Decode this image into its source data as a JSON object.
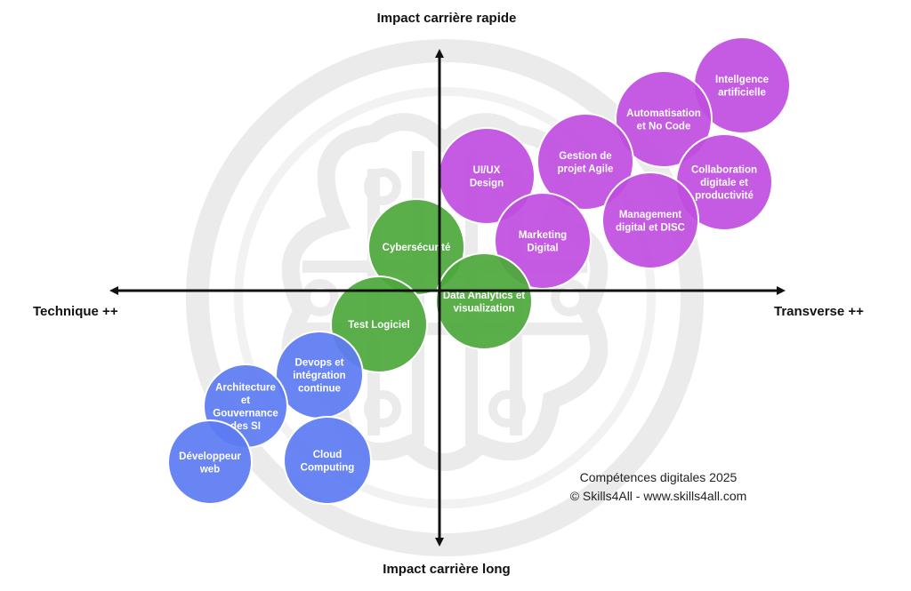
{
  "axes": {
    "top": "Impact carrière rapide",
    "bottom": "Impact carrière long",
    "left": "Technique ++",
    "right": "Transverse ++"
  },
  "credits": {
    "line1": "Compétences digitales 2025",
    "line2": "© Skills4All - www.skills4all.com"
  },
  "colors": {
    "purple": "#c04fe0",
    "green": "#4ea93c",
    "blue": "#5e7cf2",
    "watermark": "#e9e9e9",
    "axis": "#111111"
  },
  "bubbles": [
    {
      "name": "intelligence-artificielle",
      "lines": [
        "Intellgence",
        "artificielle"
      ],
      "group": "purple"
    },
    {
      "name": "automatisation-no-code",
      "lines": [
        "Automatisation",
        "et No Code"
      ],
      "group": "purple"
    },
    {
      "name": "collaboration-digitale",
      "lines": [
        "Collaboration",
        "digitale et",
        "productivité"
      ],
      "group": "purple"
    },
    {
      "name": "gestion-projet-agile",
      "lines": [
        "Gestion de",
        "projet Agile"
      ],
      "group": "purple"
    },
    {
      "name": "management-digital-disc",
      "lines": [
        "Management",
        "digital et DISC"
      ],
      "group": "purple"
    },
    {
      "name": "ui-ux-design",
      "lines": [
        "UI/UX",
        "Design"
      ],
      "group": "purple"
    },
    {
      "name": "marketing-digital",
      "lines": [
        "Marketing",
        "Digital"
      ],
      "group": "purple"
    },
    {
      "name": "cybersecurite",
      "lines": [
        "Cybersécurité"
      ],
      "group": "green"
    },
    {
      "name": "data-analytics",
      "lines": [
        "Data Analytics et",
        "visualization"
      ],
      "group": "green"
    },
    {
      "name": "test-logiciel",
      "lines": [
        "Test Logiciel"
      ],
      "group": "green"
    },
    {
      "name": "devops",
      "lines": [
        "Devops et",
        "intégration",
        "continue"
      ],
      "group": "blue"
    },
    {
      "name": "architecture-si",
      "lines": [
        "Architecture",
        "et",
        "Gouvernance",
        "des SI"
      ],
      "group": "blue"
    },
    {
      "name": "cloud-computing",
      "lines": [
        "Cloud",
        "Computing"
      ],
      "group": "blue"
    },
    {
      "name": "developpeur-web",
      "lines": [
        "Développeur",
        "web"
      ],
      "group": "blue"
    }
  ]
}
